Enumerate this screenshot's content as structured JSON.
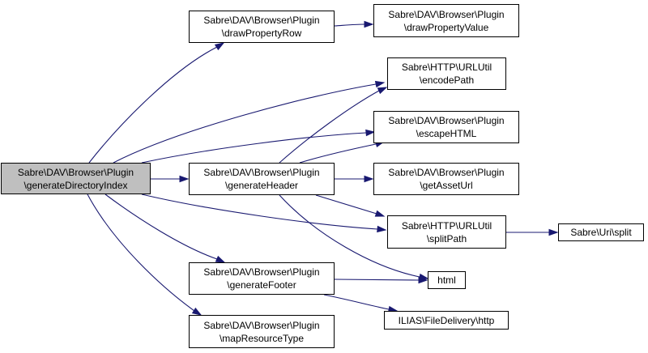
{
  "colors": {
    "edge": "#191970",
    "node_border": "#000000",
    "root_fill": "#bfbfbf",
    "node_fill": "#ffffff"
  },
  "nodes": [
    {
      "id": "n_gdi",
      "line1": "Sabre\\DAV\\Browser\\Plugin",
      "line2": "\\generateDirectoryIndex",
      "root": true
    },
    {
      "id": "n_dpr",
      "line1": "Sabre\\DAV\\Browser\\Plugin",
      "line2": "\\drawPropertyRow"
    },
    {
      "id": "n_dpv",
      "line1": "Sabre\\DAV\\Browser\\Plugin",
      "line2": "\\drawPropertyValue"
    },
    {
      "id": "n_enc",
      "line1": "Sabre\\HTTP\\URLUtil",
      "line2": "\\encodePath"
    },
    {
      "id": "n_esc",
      "line1": "Sabre\\DAV\\Browser\\Plugin",
      "line2": "\\escapeHTML"
    },
    {
      "id": "n_gh",
      "line1": "Sabre\\DAV\\Browser\\Plugin",
      "line2": "\\generateHeader"
    },
    {
      "id": "n_gau",
      "line1": "Sabre\\DAV\\Browser\\Plugin",
      "line2": "\\getAssetUrl"
    },
    {
      "id": "n_sp",
      "line1": "Sabre\\HTTP\\URLUtil",
      "line2": "\\splitPath"
    },
    {
      "id": "n_usplit",
      "line1": "Sabre\\Uri\\split",
      "line2": ""
    },
    {
      "id": "n_gf",
      "line1": "Sabre\\DAV\\Browser\\Plugin",
      "line2": "\\generateFooter"
    },
    {
      "id": "n_html",
      "line1": "html",
      "line2": ""
    },
    {
      "id": "n_http",
      "line1": "ILIAS\\FileDelivery\\http",
      "line2": ""
    },
    {
      "id": "n_mrt",
      "line1": "Sabre\\DAV\\Browser\\Plugin",
      "line2": "\\mapResourceType"
    }
  ],
  "edges": [
    {
      "from": "n_gdi",
      "to": "n_dpr"
    },
    {
      "from": "n_gdi",
      "to": "n_enc"
    },
    {
      "from": "n_gdi",
      "to": "n_esc"
    },
    {
      "from": "n_gdi",
      "to": "n_gh"
    },
    {
      "from": "n_gdi",
      "to": "n_sp"
    },
    {
      "from": "n_gdi",
      "to": "n_gf"
    },
    {
      "from": "n_gdi",
      "to": "n_mrt"
    },
    {
      "from": "n_dpr",
      "to": "n_dpv"
    },
    {
      "from": "n_gh",
      "to": "n_enc"
    },
    {
      "from": "n_gh",
      "to": "n_esc"
    },
    {
      "from": "n_gh",
      "to": "n_gau"
    },
    {
      "from": "n_gh",
      "to": "n_sp"
    },
    {
      "from": "n_gh",
      "to": "n_html"
    },
    {
      "from": "n_sp",
      "to": "n_usplit"
    },
    {
      "from": "n_gf",
      "to": "n_html"
    },
    {
      "from": "n_gf",
      "to": "n_http"
    }
  ]
}
